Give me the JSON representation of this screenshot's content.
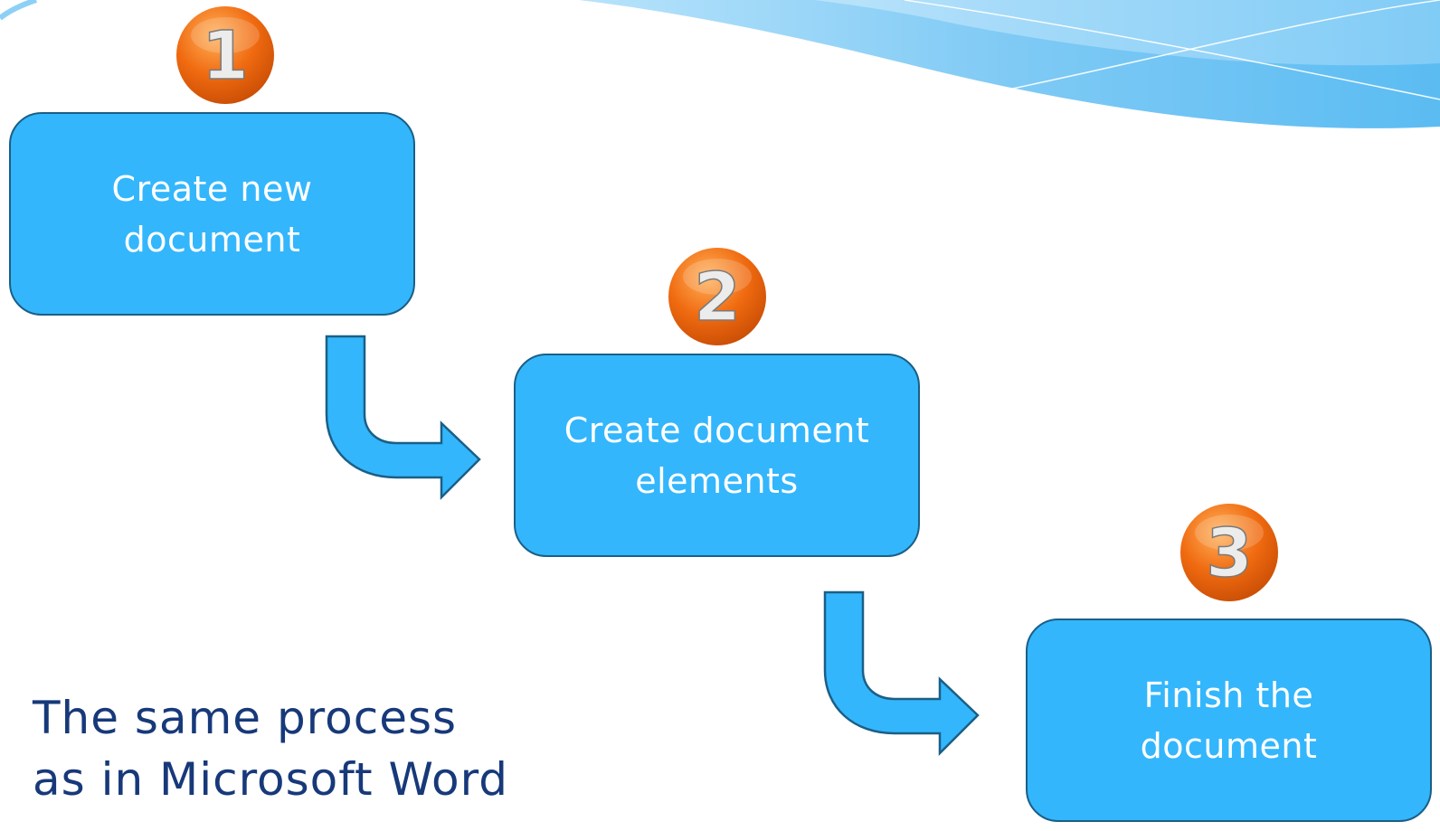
{
  "colors": {
    "box_fill": "#33b6fc",
    "box_border": "#1a5f86",
    "badge_orange": "#f06a10",
    "caption_text": "#17397a",
    "swoosh_blue": "#8dd0f7"
  },
  "steps": [
    {
      "number": "1",
      "label": "Create new\ndocument"
    },
    {
      "number": "2",
      "label": "Create document\nelements"
    },
    {
      "number": "3",
      "label": "Finish the\ndocument"
    }
  ],
  "caption": {
    "line1": "The same process",
    "line2": "as in Microsoft Word"
  },
  "icons": {
    "arrow": "bent-arrow-icon",
    "badge": "number-badge-icon"
  }
}
